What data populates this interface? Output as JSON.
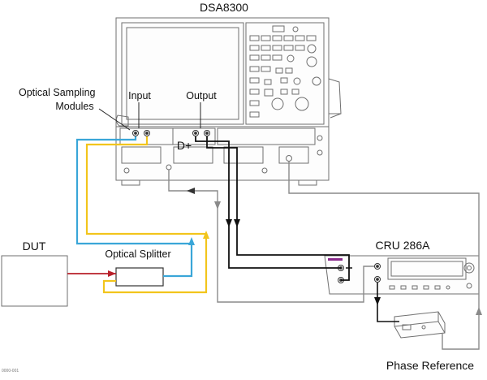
{
  "labels": {
    "dsa": "DSA8300",
    "optical_modules_line1": "Optical Sampling",
    "optical_modules_line2": "Modules",
    "input": "Input",
    "output": "Output",
    "d_plus": "D+",
    "dut": "DUT",
    "splitter": "Optical Splitter",
    "cru": "CRU 286A",
    "phase_ref": "Phase Reference",
    "figure_code": "0000-001"
  },
  "colors": {
    "optical_fiber": "#3aa6d8",
    "yellow_cable": "#f2c51c",
    "dut_output": "#b8202a",
    "electrical_black": "#111111",
    "gray_cable": "#8a8a8a",
    "instrument_outline": "#6f6f6f"
  },
  "icons": [
    "arrow-up-icon",
    "arrow-left-icon",
    "arrow-down-icon",
    "arrow-right-icon"
  ]
}
